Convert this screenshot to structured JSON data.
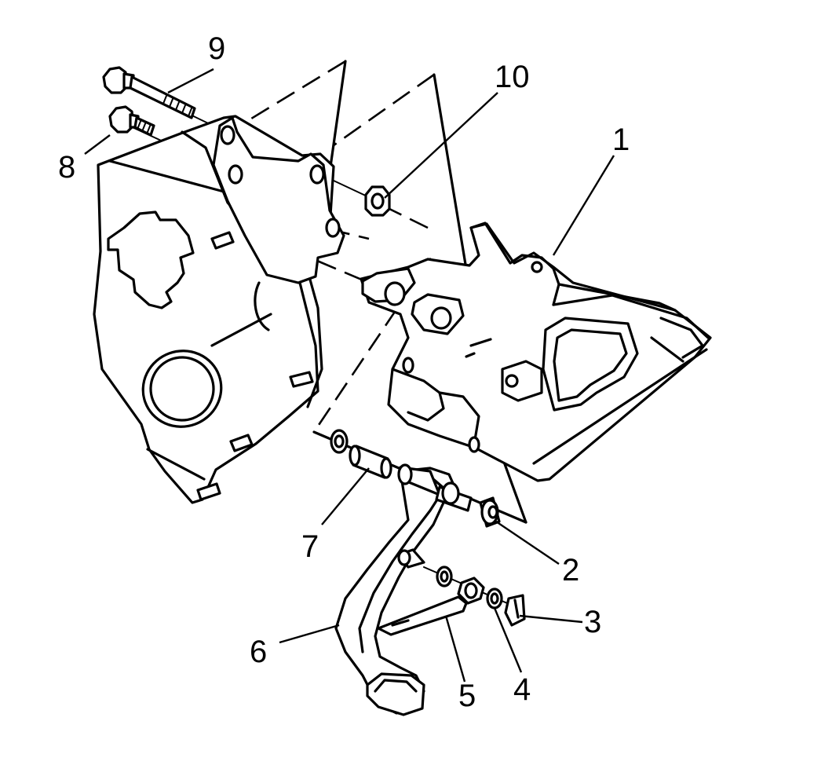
{
  "callouts": [
    {
      "id": "1",
      "text": "1"
    },
    {
      "id": "2",
      "text": "2"
    },
    {
      "id": "3",
      "text": "3"
    },
    {
      "id": "4",
      "text": "4"
    },
    {
      "id": "5",
      "text": "5"
    },
    {
      "id": "6",
      "text": "6"
    },
    {
      "id": "7",
      "text": "7"
    },
    {
      "id": "8",
      "text": "8"
    },
    {
      "id": "9",
      "text": "9"
    },
    {
      "id": "10",
      "text": "10"
    }
  ],
  "style": {
    "line_color": "#000000",
    "background": "#ffffff"
  }
}
